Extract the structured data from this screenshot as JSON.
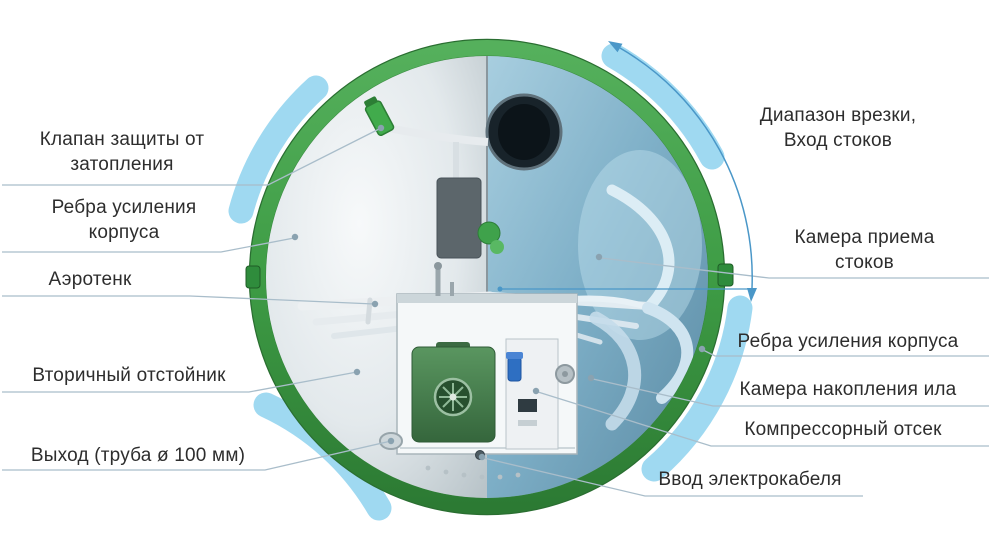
{
  "diagram": {
    "type": "septic-tank-cutaway",
    "description": "Cutaway cross-section of a cylindrical sewage treatment tank with callout labels"
  },
  "colors": {
    "ring_green": "#3e9c45",
    "ring_green_dark": "#2a6e31",
    "rib_arc_blue": "#8ed2ee",
    "chamber_blue": "#7fb0c8",
    "interior_grey": "#e3e9ec",
    "leader_line": "#a9bdca",
    "range_arrow_blue": "#4a97c8",
    "compressor_green": "#4e8a55",
    "label_text": "#2d2d2d"
  },
  "labels": {
    "left": [
      {
        "id": "flood-protection-valve",
        "text": "Клапан защиты от затопления"
      },
      {
        "id": "hull-ribs-left",
        "text": "Ребра усиления корпуса"
      },
      {
        "id": "aeration-tank",
        "text": "Аэротенк"
      },
      {
        "id": "secondary-settler",
        "text": "Вторичный отстойник"
      },
      {
        "id": "outlet-pipe",
        "text": "Выход (труба ø 100 мм)"
      }
    ],
    "right": [
      {
        "id": "inlet-range",
        "text": "Диапазон врезки, Вход стоков"
      },
      {
        "id": "intake-chamber",
        "text": "Камера приема стоков"
      },
      {
        "id": "hull-ribs-right",
        "text": "Ребра усиления корпуса"
      },
      {
        "id": "sludge-chamber",
        "text": "Камера накопления ила"
      },
      {
        "id": "compressor-bay",
        "text": "Компрессорный отсек"
      },
      {
        "id": "cable-entry",
        "text": "Ввод электрокабеля"
      }
    ]
  }
}
